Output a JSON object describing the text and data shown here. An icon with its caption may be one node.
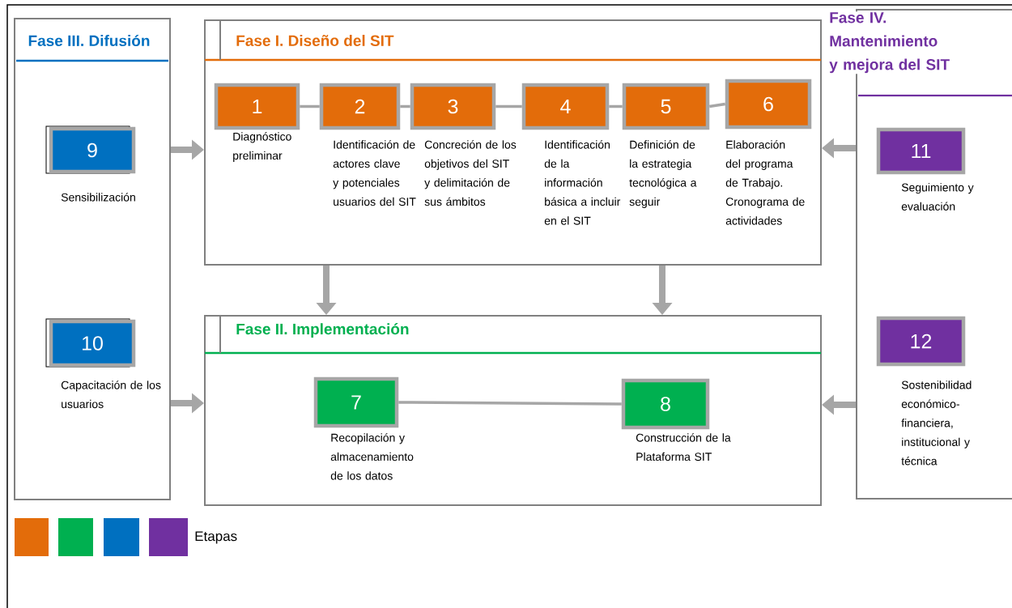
{
  "diagram": {
    "nodes": [
      {
        "text": [
          "Fase III. Difusión"
        ]
      },
      {
        "text": [
          "9"
        ],
        "beside": [
          "Sensibilización"
        ],
        "in": 0
      },
      {
        "text": [
          "10"
        ],
        "beside": [
          "Capacitación de los usuarios"
        ],
        "in": 0
      },
      {
        "text": [
          "Fase I. Diseño del SIT"
        ]
      },
      {
        "text": [
          "1"
        ],
        "beside": [
          "Diagnóstico preliminar"
        ],
        "in": 3
      },
      {
        "text": [
          "2"
        ],
        "beside": [
          "Identificación de actores clave y potenciales usuarios del SIT"
        ],
        "in": 3
      },
      {
        "text": [
          "3"
        ],
        "beside": [
          "Concreción de los objetivos del SIT y delimitación de sus ámbitos"
        ],
        "in": 3
      },
      {
        "text": [
          "4"
        ],
        "beside": [
          "Identificación de la información básica a incluir en el SIT"
        ],
        "in": 3
      },
      {
        "text": [
          "5"
        ],
        "beside": [
          "Definición de la estrategia tecnológica a seguir"
        ],
        "in": 3
      },
      {
        "text": [
          "6"
        ],
        "beside": [
          "Elaboración del programa de Trabajo. Cronograma de actividades"
        ],
        "in": 3
      },
      {
        "text": [
          "Fase II. Implementación"
        ]
      },
      {
        "text": [
          "7"
        ],
        "beside": [
          "Recopilación y almacenamiento de los datos"
        ],
        "in": 10
      },
      {
        "text": [
          "8"
        ],
        "beside": [
          "Construcción de la Plataforma SIT"
        ],
        "in": 10
      },
      {
        "text": [
          "Fase IV. Mantenimiento y mejora del SIT"
        ]
      },
      {
        "text": [
          "11"
        ],
        "beside": [
          "Seguimiento y evaluación"
        ],
        "in": 13
      },
      {
        "text": [
          "12"
        ],
        "beside": [
          "Sostenibilidad económico-financiera, institucional y técnica"
        ],
        "in": 13
      }
    ],
    "edges": [
      {
        "from": 4,
        "to": 5,
        "arrow": "none"
      },
      {
        "from": 5,
        "to": 6,
        "arrow": "none"
      },
      {
        "from": 6,
        "to": 7,
        "arrow": "none"
      },
      {
        "from": 7,
        "to": 8,
        "arrow": "none"
      },
      {
        "from": 8,
        "to": 9,
        "arrow": "none"
      },
      {
        "from": 11,
        "to": 12,
        "arrow": "none"
      },
      {
        "from": 0,
        "to": 3,
        "arrow": "to",
        "style": "thick"
      },
      {
        "from": 0,
        "to": 10,
        "arrow": "to",
        "style": "thick"
      },
      {
        "from": 3,
        "to": 10,
        "arrow": "to",
        "style": "thick"
      },
      {
        "from": 3,
        "to": 10,
        "arrow": "to",
        "style": "thick"
      },
      {
        "from": 13,
        "to": 3,
        "arrow": "to",
        "style": "thick"
      },
      {
        "from": 13,
        "to": 10,
        "arrow": "to",
        "style": "thick"
      }
    ],
    "labels": [
      "Etapas"
    ]
  }
}
